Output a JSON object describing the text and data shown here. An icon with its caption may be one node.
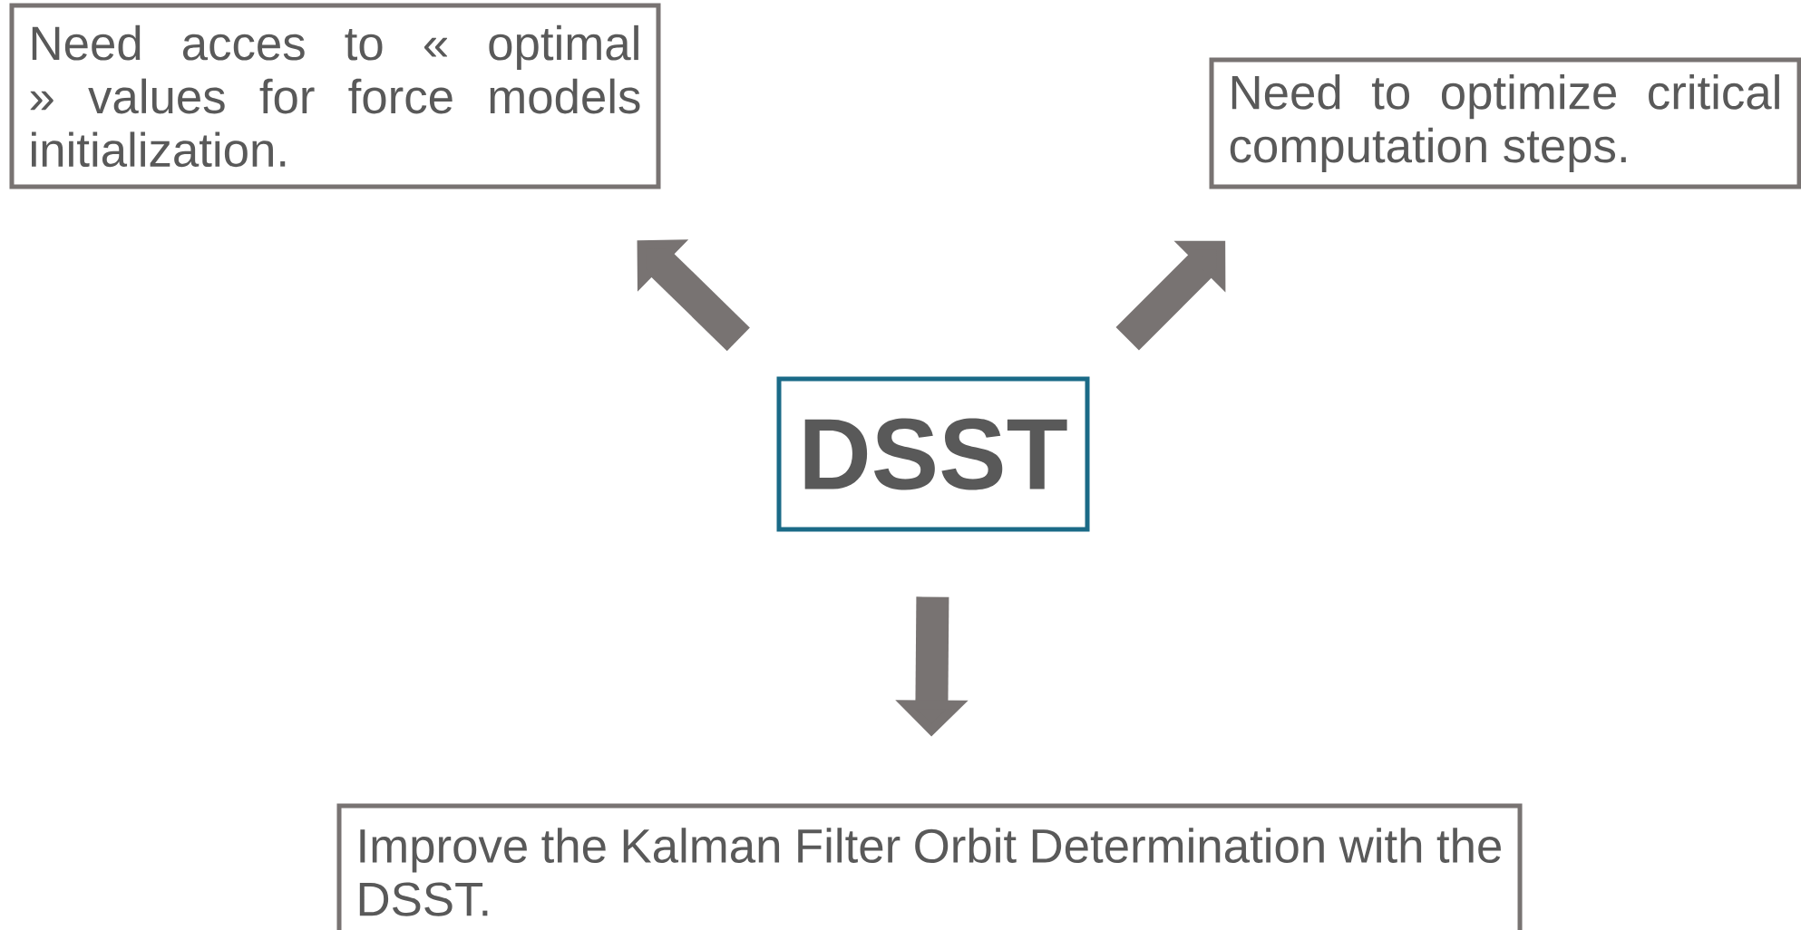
{
  "diagram": {
    "nodes": [
      {
        "text": [
          "Need acces to « optimal » values for force models initialization."
        ]
      },
      {
        "text": [
          "Need to optimize critical computation steps."
        ]
      },
      {
        "text": [
          "DSST"
        ]
      },
      {
        "text": [
          "Improve the Kalman Filter Orbit Determination with the DSST."
        ]
      }
    ],
    "edges": [
      {
        "from": 2,
        "to": 0,
        "arrow": "to"
      },
      {
        "from": 2,
        "to": 1,
        "arrow": "to"
      },
      {
        "from": 2,
        "to": 3,
        "arrow": "to"
      }
    ]
  }
}
